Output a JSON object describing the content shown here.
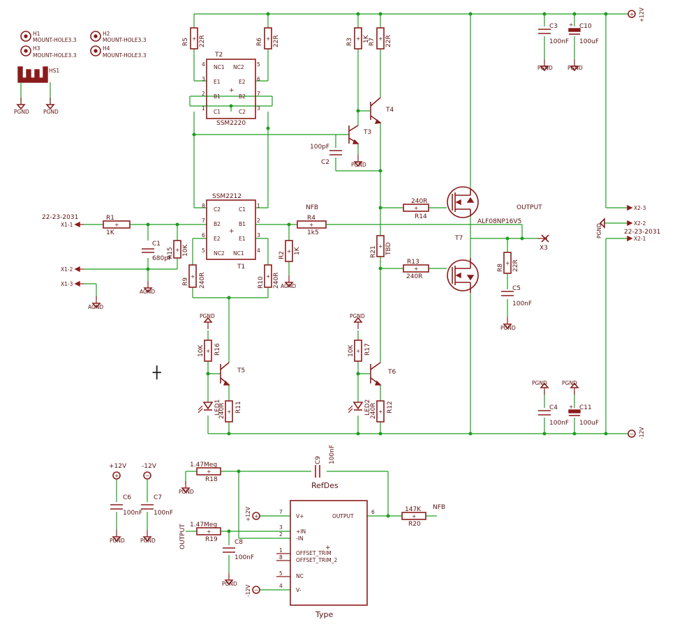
{
  "mounting": {
    "holes": [
      {
        "ref": "H1",
        "value": "MOUNT-HOLE3.3"
      },
      {
        "ref": "H2",
        "value": "MOUNT-HOLE3.3"
      },
      {
        "ref": "H3",
        "value": "MOUNT-HOLE3.3"
      },
      {
        "ref": "H4",
        "value": "MOUNT-HOLE3.3"
      }
    ],
    "heatsink": "HS1"
  },
  "power": {
    "pgnd": "PGND",
    "agnd": "AGND",
    "vpos": "+12V",
    "vneg": "-12V"
  },
  "resistors": {
    "R1": {
      "ref": "R1",
      "value": "1K"
    },
    "R2": {
      "ref": "R2",
      "value": "1K"
    },
    "R3": {
      "ref": "R3",
      "value": "1K"
    },
    "R4": {
      "ref": "R4",
      "value": "1k5"
    },
    "R5": {
      "ref": "R5",
      "value": "22R"
    },
    "R6": {
      "ref": "R6",
      "value": "22R"
    },
    "R7": {
      "ref": "R7",
      "value": "22R"
    },
    "R8": {
      "ref": "R8",
      "value": "22R"
    },
    "R9": {
      "ref": "R9",
      "value": "240R"
    },
    "R10": {
      "ref": "R10",
      "value": "240R"
    },
    "R11": {
      "ref": "R11",
      "value": "240R"
    },
    "R12": {
      "ref": "R12",
      "value": "240R"
    },
    "R13": {
      "ref": "R13",
      "value": "240R"
    },
    "R14": {
      "ref": "R14",
      "value": "240R"
    },
    "R15": {
      "ref": "R15",
      "value": "10K"
    },
    "R16": {
      "ref": "R16",
      "value": "10K"
    },
    "R17": {
      "ref": "R17",
      "value": "10K"
    },
    "R18": {
      "ref": "R18",
      "value": "1.47Meg"
    },
    "R19": {
      "ref": "R19",
      "value": "1.47Meg"
    },
    "R20": {
      "ref": "R20",
      "value": "147K"
    },
    "R21": {
      "ref": "R21",
      "value": "TBD"
    }
  },
  "capacitors": {
    "C1": {
      "ref": "C1",
      "value": "680pF"
    },
    "C2": {
      "ref": "C2",
      "value": "100pF"
    },
    "C3": {
      "ref": "C3",
      "value": "100nF"
    },
    "C4": {
      "ref": "C4",
      "value": "100nF"
    },
    "C5": {
      "ref": "C5",
      "value": "100nF"
    },
    "C6": {
      "ref": "C6",
      "value": "100nF"
    },
    "C7": {
      "ref": "C7",
      "value": "100nF"
    },
    "C8": {
      "ref": "C8",
      "value": "100nF"
    },
    "C9": {
      "ref": "C9",
      "value": "100nF"
    },
    "C10": {
      "ref": "C10",
      "value": "100uF"
    },
    "C11": {
      "ref": "C11",
      "value": "100uF"
    }
  },
  "transistors": {
    "T1": "T1",
    "T2": "T2",
    "T3": "T3",
    "T4": "T4",
    "T5": "T5",
    "T6": "T6",
    "T7": "T7",
    "t1_value": "SSM2212",
    "t2_value": "SSM2220",
    "t7_value": "ALF08NP16V5"
  },
  "leds": {
    "LED1": "LED1",
    "LED2": "LED2"
  },
  "dual_pins": {
    "nc1": "NC1",
    "nc2": "NC2",
    "e1": "E1",
    "e2": "E2",
    "b1": "B1",
    "b2": "B2",
    "c1": "C1",
    "c2": "C2"
  },
  "pin_numbers": [
    "1",
    "2",
    "3",
    "4",
    "5",
    "6",
    "7",
    "8"
  ],
  "connectors": {
    "x1_value": "22-23-2031",
    "x1_1": "X1-1",
    "x1_2": "X1-2",
    "x1_3": "X1-3",
    "x2_value": "22-23-2031",
    "x2_1": "X2-1",
    "x2_2": "X2-2",
    "x2_3": "X2-3",
    "x3": "X3"
  },
  "nets": {
    "nfb": "NFB",
    "output": "OUTPUT"
  },
  "opamp": {
    "refdes": "RefDes",
    "value": "Type",
    "vplus": "V+",
    "vminus": "V-",
    "inp": "+IN",
    "inn": "-IN",
    "offset1": "OFFSET_TRIM",
    "offset2": "OFFSET_TRIM_2",
    "nc": "NC",
    "out": "OUTPUT",
    "pins": {
      "vplus": "7",
      "inp": "3",
      "inn": "2",
      "off1": "1",
      "off2": "8",
      "nc": "5",
      "vminus": "4",
      "out": "6"
    }
  }
}
